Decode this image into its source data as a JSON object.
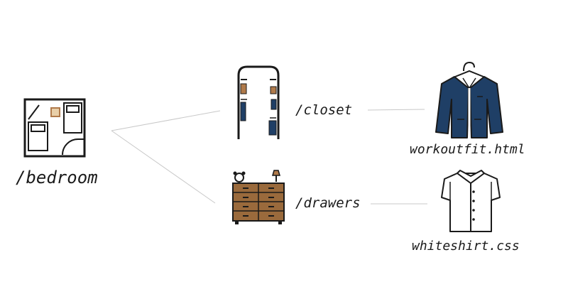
{
  "nodes": {
    "bedroom": {
      "label": "/bedroom",
      "icon": "bedroom-floorplan-icon"
    },
    "closet": {
      "label": "/closet",
      "icon": "closet-icon"
    },
    "drawers": {
      "label": "/drawers",
      "icon": "dresser-icon"
    },
    "workoutfit": {
      "label": "workoutfit.html",
      "icon": "jacket-icon"
    },
    "whiteshirt": {
      "label": "whiteshirt.css",
      "icon": "white-shirt-icon"
    }
  },
  "colors": {
    "line": "#c8c8c8",
    "outline": "#1a1a1a",
    "jacket": "#1f3f66",
    "wood": "#9a6a3c",
    "accent_brown": "#b07a4a"
  }
}
